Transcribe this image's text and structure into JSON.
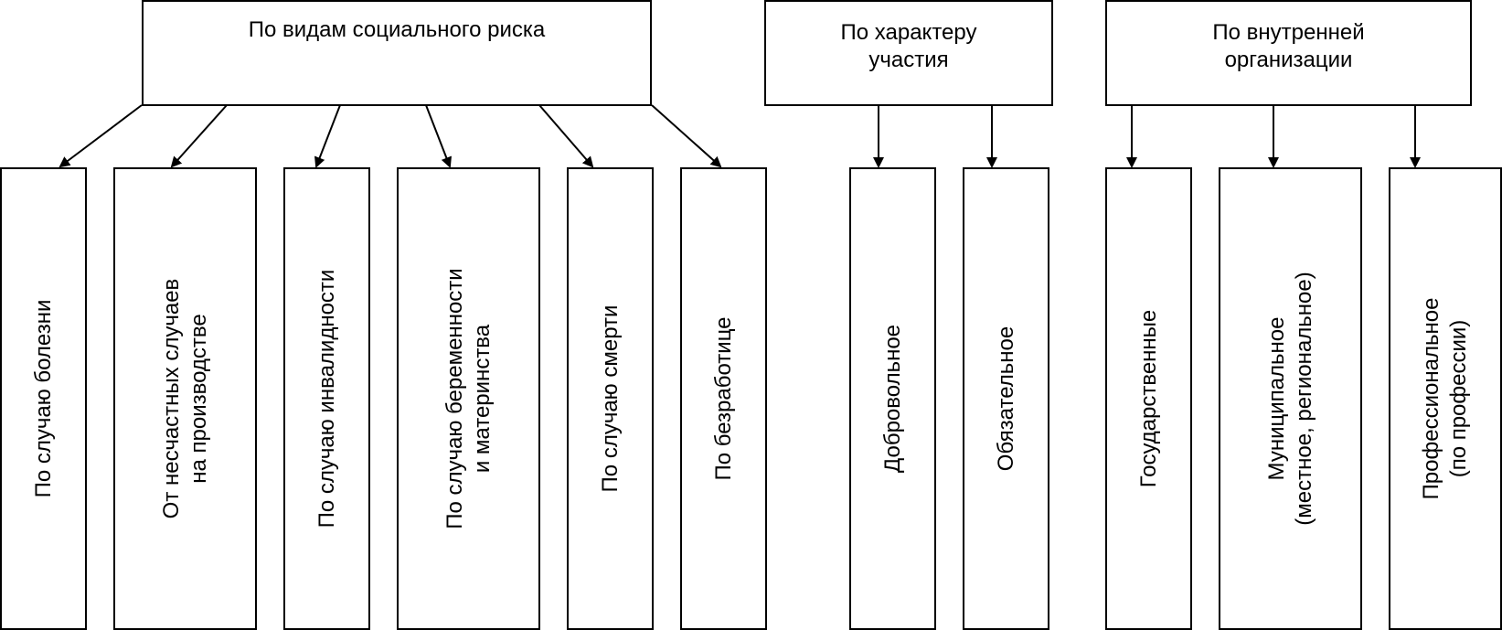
{
  "diagram": {
    "groups": [
      {
        "title": "По видам социального риска",
        "items": [
          "По случаю болезни",
          "От несчастных случаев\nна производстве",
          "По случаю инвалидности",
          "По случаю беременности\nи материнства",
          "По случаю смерти",
          "По безработице"
        ]
      },
      {
        "title": "По характеру\nучастия",
        "items": [
          "Добровольное",
          "Обязательное"
        ]
      },
      {
        "title": "По внутренней\nорганизации",
        "items": [
          "Государственные",
          "Муниципальное\n(местное, региональное)",
          "Профессиональное\n(по профессии)"
        ]
      }
    ]
  }
}
